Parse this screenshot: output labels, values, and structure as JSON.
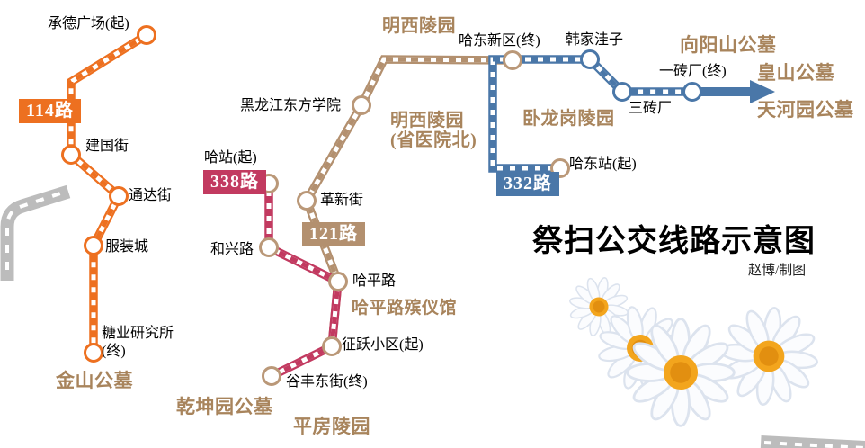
{
  "title": "祭扫公交线路示意图",
  "credit": "赵博/制图",
  "routes": {
    "r114": {
      "label": "114路",
      "color": "#ED7020"
    },
    "r338": {
      "label": "338路",
      "color": "#C23A60"
    },
    "r121": {
      "label": "121路",
      "color": "#B3906F"
    },
    "r332": {
      "label": "332路",
      "color": "#4A77A8"
    }
  },
  "stations": {
    "chengde_square": "承德广场(起)",
    "jianguo_street": "建国街",
    "tongda_street": "通达街",
    "fuzhuang_city": "服装城",
    "tangye_institute": "糖业研究所\n(终)",
    "ha_station": "哈站(起)",
    "hexing_road": "和兴路",
    "gexin_street": "革新街",
    "hlj_oriental_college": "黑龙江东方学院",
    "haping_road": "哈平路",
    "zhengyue_community": "征跃小区(起)",
    "gufeng_east_street": "谷丰东街(终)",
    "hadong_new_district": "哈东新区(终)",
    "hanjia_wazi": "韩家洼子",
    "sanzhuanchang": "三砖厂",
    "yizhuanchang": "一砖厂(终)",
    "hadong_station": "哈东站(起)"
  },
  "cemeteries": {
    "jinshan": "金山公墓",
    "qiankunyuan": "乾坤园公墓",
    "pingfang": "平房陵园",
    "hapinglu_funeral": "哈平路殡仪馆",
    "mingxi": "明西陵园",
    "mingxi_branch": "明西陵园\n(省医院北)",
    "wolonggang": "卧龙岗陵园",
    "xiangyangshan": "向阳山公墓",
    "huangshan": "皇山公墓",
    "tianheyuan": "天河园公墓"
  },
  "colors": {
    "route_114": "#ED7020",
    "route_338": "#C23A60",
    "route_121": "#B3906F",
    "route_332": "#4A77A8",
    "cemetery_text": "#A8845C",
    "road_gray": "#BCBCBC",
    "daisy_center": "#F3A51D"
  }
}
